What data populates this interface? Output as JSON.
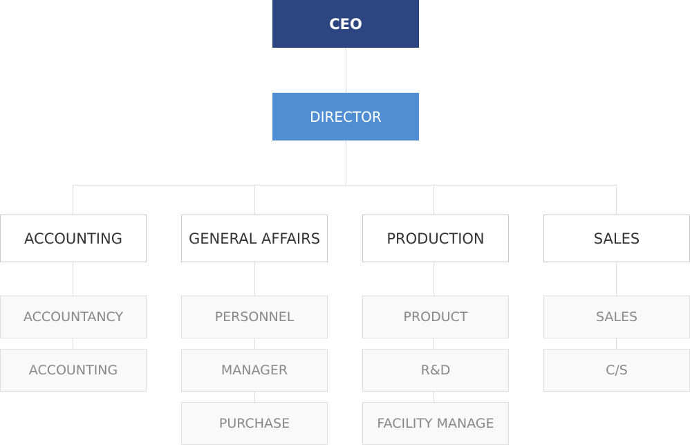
{
  "org_chart": {
    "ceo": "CEO",
    "director": "DIRECTOR",
    "departments": [
      {
        "name": "ACCOUNTING",
        "units": [
          "ACCOUNTANCY",
          "ACCOUNTING"
        ]
      },
      {
        "name": "GENERAL AFFAIRS",
        "units": [
          "PERSONNEL",
          "MANAGER",
          "PURCHASE"
        ]
      },
      {
        "name": "PRODUCTION",
        "units": [
          "PRODUCT",
          "R&D",
          "FACILITY MANAGE"
        ]
      },
      {
        "name": "SALES",
        "units": [
          "SALES",
          "C/S"
        ]
      }
    ]
  }
}
